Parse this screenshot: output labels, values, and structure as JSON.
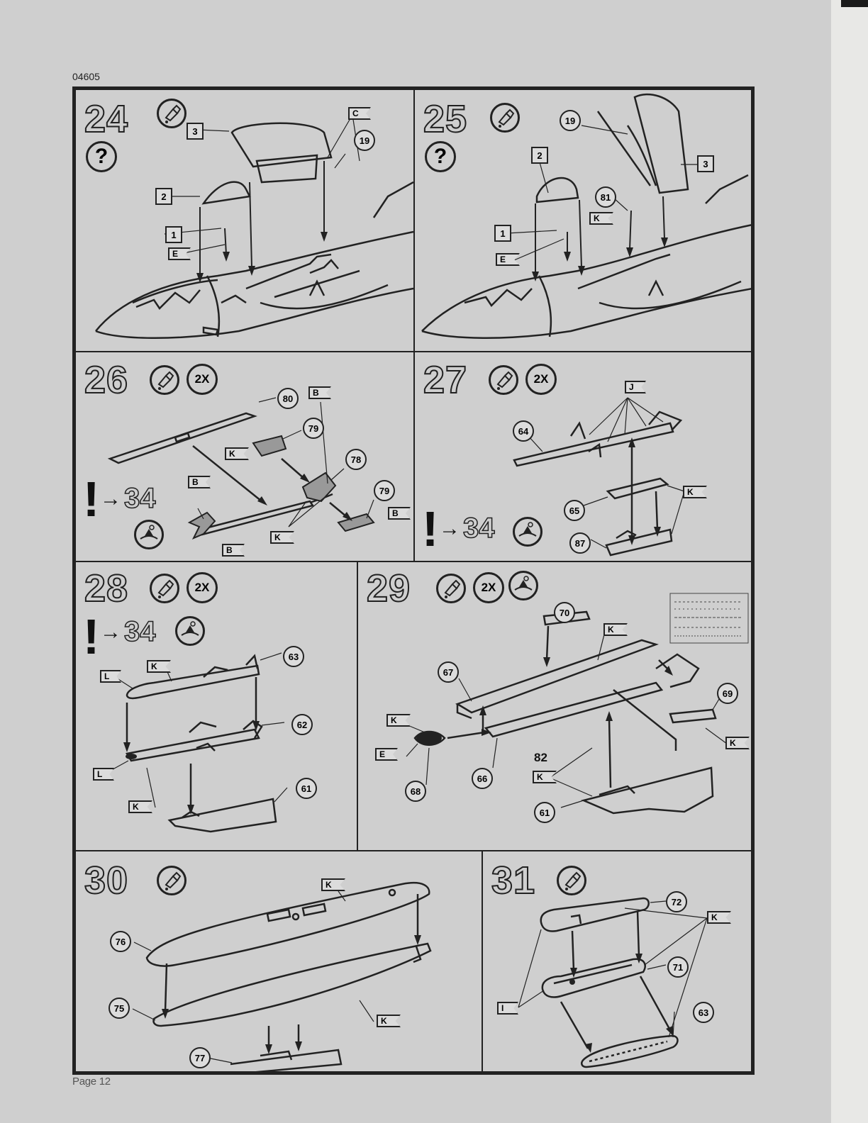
{
  "header": {
    "doc_code": "04605"
  },
  "footer": {
    "page_label": "Page 12"
  },
  "icons": {
    "glue": "glue-tube-icon",
    "question": "question-mark-icon",
    "decal": "decal-water-icon"
  },
  "steps": {
    "s24": {
      "number": "24",
      "question": "?",
      "parts": [
        "3",
        "2",
        "1",
        "19"
      ],
      "sprues": [
        "C",
        "E"
      ]
    },
    "s25": {
      "number": "25",
      "question": "?",
      "parts": [
        "19",
        "2",
        "3",
        "81",
        "1"
      ],
      "sprues": [
        "K",
        "E"
      ]
    },
    "s26": {
      "number": "26",
      "qty": "2X",
      "bang": "!",
      "arrow": "→",
      "ref": "34",
      "parts": [
        "80",
        "79",
        "78",
        "79"
      ],
      "sprues": [
        "B",
        "K",
        "B",
        "B",
        "K",
        "B"
      ]
    },
    "s27": {
      "number": "27",
      "qty": "2X",
      "bang": "!",
      "arrow": "→",
      "ref": "34",
      "parts": [
        "64",
        "65",
        "87"
      ],
      "sprues": [
        "J",
        "K"
      ]
    },
    "s28": {
      "number": "28",
      "qty": "2X",
      "bang": "!",
      "arrow": "→",
      "ref": "34",
      "parts": [
        "63",
        "62",
        "61"
      ],
      "sprues": [
        "K",
        "L",
        "L",
        "K"
      ]
    },
    "s29": {
      "number": "29",
      "qty": "2X",
      "parts": [
        "70",
        "67",
        "69",
        "68",
        "66",
        "61"
      ],
      "label_82": "82",
      "sprues": [
        "K",
        "K",
        "E",
        "K",
        "K"
      ]
    },
    "s30": {
      "number": "30",
      "parts": [
        "76",
        "75",
        "77"
      ],
      "sprues": [
        "K",
        "K"
      ]
    },
    "s31": {
      "number": "31",
      "parts": [
        "72",
        "71",
        "63"
      ],
      "sprues": [
        "K",
        "I"
      ]
    }
  }
}
